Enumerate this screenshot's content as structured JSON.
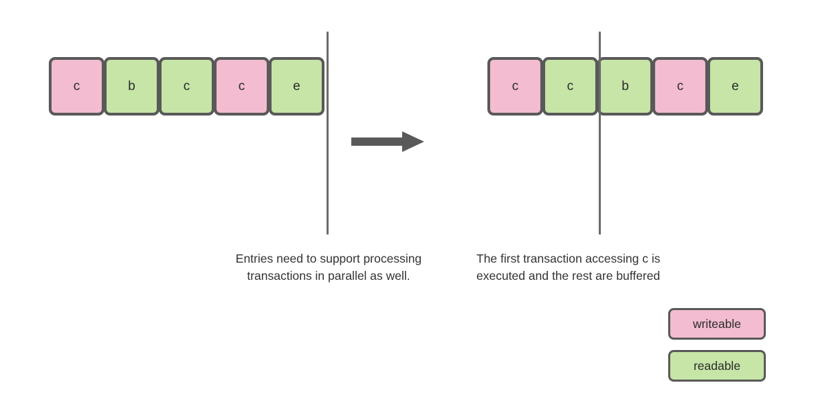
{
  "diagram": {
    "colors": {
      "writeable_fill": "#f3bcd0",
      "readable_fill": "#c6e5a6",
      "border": "#595959",
      "divider": "#6b6b6b",
      "arrow": "#595959",
      "text": "#333333",
      "background": "#ffffff"
    },
    "left": {
      "entries": [
        {
          "label": "c",
          "state": "writeable"
        },
        {
          "label": "b",
          "state": "readable"
        },
        {
          "label": "c",
          "state": "readable"
        },
        {
          "label": "c",
          "state": "writeable"
        },
        {
          "label": "e",
          "state": "readable"
        }
      ],
      "caption": "Entries need to support processing\ntransactions in parallel as well."
    },
    "right": {
      "entries": [
        {
          "label": "c",
          "state": "writeable"
        },
        {
          "label": "c",
          "state": "readable"
        },
        {
          "label": "b",
          "state": "readable"
        },
        {
          "label": "c",
          "state": "writeable"
        },
        {
          "label": "e",
          "state": "readable"
        }
      ],
      "caption": "The first transaction accessing c is\nexecuted and the rest are buffered"
    },
    "arrow": {
      "direction": "right"
    },
    "legend": [
      {
        "label": "writeable",
        "state": "writeable"
      },
      {
        "label": "readable",
        "state": "readable"
      }
    ]
  }
}
